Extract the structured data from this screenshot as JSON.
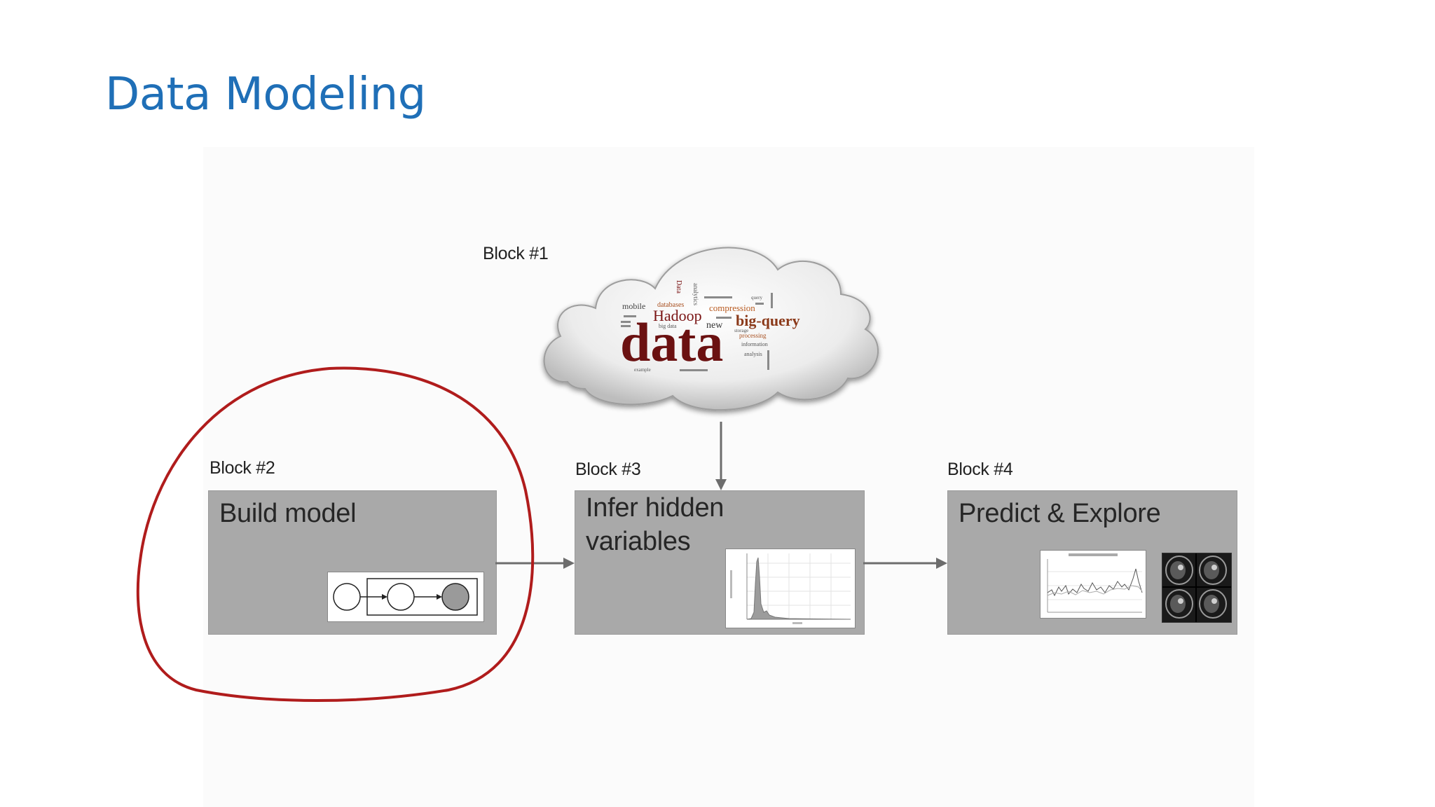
{
  "slide": {
    "title": "Data Modeling"
  },
  "blocks": [
    {
      "label": "Block #1"
    },
    {
      "label": "Block #2",
      "title": "Build model"
    },
    {
      "label": "Block #3",
      "title": "Infer hidden\nvariables"
    },
    {
      "label": "Block #4",
      "title": "Predict & Explore"
    }
  ],
  "cloud": {
    "main_word": "data",
    "words": [
      "Hadoop",
      "big-query",
      "compression",
      "databases",
      "mobile",
      "new",
      "Data",
      "analytics",
      "big data",
      "processing",
      "information",
      "analysis",
      "storage",
      "example",
      "query"
    ]
  },
  "colors": {
    "title": "#1f6fb7",
    "block_fill": "#a9a9a9",
    "highlight_circle": "#b01c1c",
    "data_word": "#6b1111"
  }
}
